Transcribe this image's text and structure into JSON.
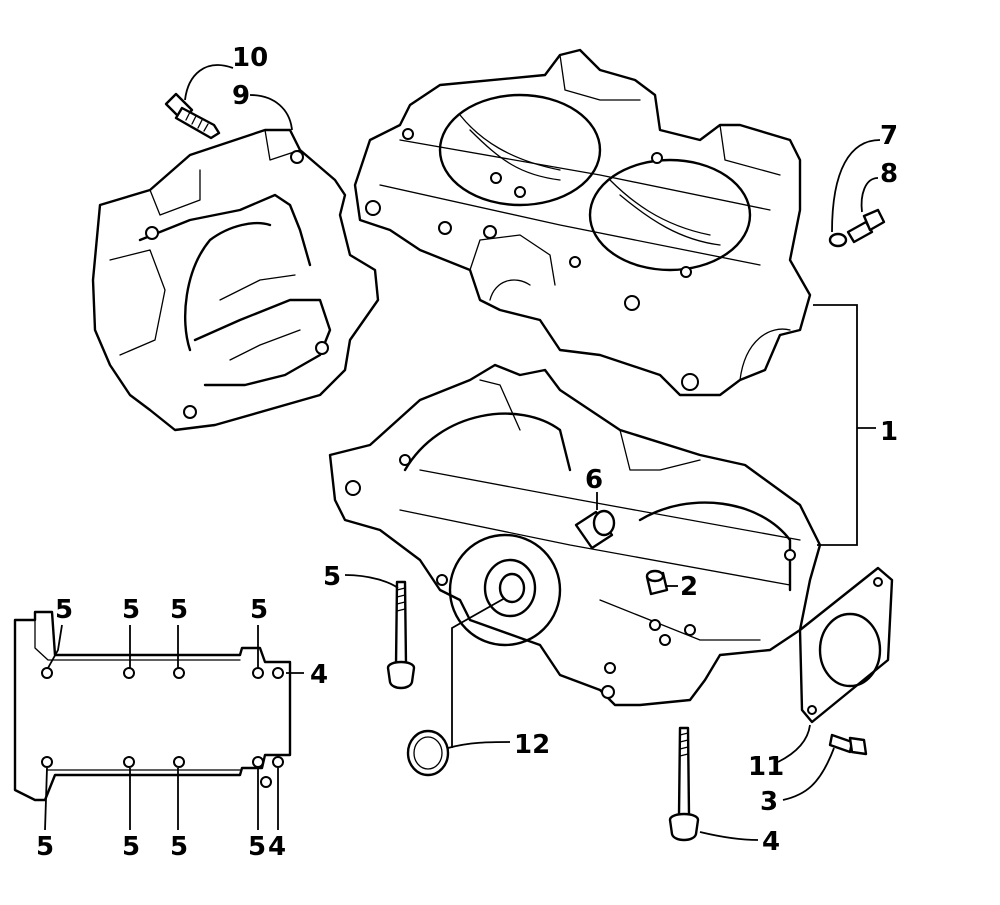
{
  "callouts": [
    {
      "id": "c10",
      "text": "10"
    },
    {
      "id": "c9",
      "text": "9"
    },
    {
      "id": "c7",
      "text": "7"
    },
    {
      "id": "c8",
      "text": "8"
    },
    {
      "id": "c1",
      "text": "1"
    },
    {
      "id": "c6",
      "text": "6"
    },
    {
      "id": "c2",
      "text": "2"
    },
    {
      "id": "c5a",
      "text": "5"
    },
    {
      "id": "c12",
      "text": "12"
    },
    {
      "id": "c11",
      "text": "11"
    },
    {
      "id": "c3",
      "text": "3"
    },
    {
      "id": "c4a",
      "text": "4"
    },
    {
      "id": "c4b",
      "text": "4"
    },
    {
      "id": "c4c",
      "text": "4"
    },
    {
      "id": "t5a",
      "text": "5"
    },
    {
      "id": "t5b",
      "text": "5"
    },
    {
      "id": "t5c",
      "text": "5"
    },
    {
      "id": "t5d",
      "text": "5"
    },
    {
      "id": "b5a",
      "text": "5"
    },
    {
      "id": "b5b",
      "text": "5"
    },
    {
      "id": "b5c",
      "text": "5"
    },
    {
      "id": "b5d",
      "text": "5"
    }
  ]
}
